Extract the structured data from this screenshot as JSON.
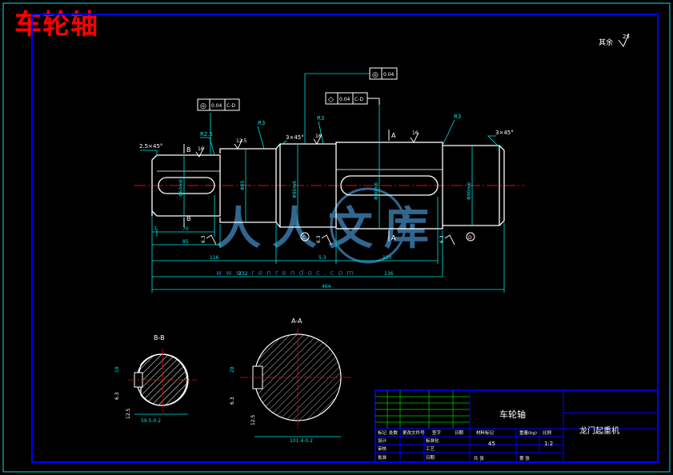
{
  "page": {
    "title": "车轮轴"
  },
  "roughness": {
    "corner_label": "其余",
    "corner_value": "25"
  },
  "tolerance_frames": [
    {
      "symbol": "◎",
      "value": "0.04",
      "datum": "C-D"
    },
    {
      "symbol": "◎",
      "value": "0.04",
      "datum": ""
    },
    {
      "symbol": "◇",
      "value": "0.04",
      "datum": "C-D"
    }
  ],
  "annotations": {
    "chamfer_left": "2.5×45°",
    "chamfer_right": "3×45°",
    "chamfer_mid": "3×45°",
    "radius_r25": "R2.5",
    "radius_r3_a": "R3",
    "radius_r3_b": "R3",
    "radius_r3_c": "R3",
    "rough_16_a": "16",
    "rough_125": "12.5",
    "rough_16_b": "16",
    "rough_16_c": "16",
    "section_b_top": "B",
    "section_b_bot": "B",
    "section_a_top": "A",
    "section_a_bot": "A",
    "datum_c": "C",
    "datum_d": "D",
    "rough_63_a": "6.3",
    "rough_63_b": "6.3",
    "rough_63_c": "6.3",
    "dia_d65": "Φ65",
    "dia_left": "Φ60m6",
    "dia_mid": "Φ90m6",
    "dia_right": "Φ90m6"
  },
  "dimensions": {
    "d7": "7",
    "d70": "70",
    "d85": "85",
    "d116": "116",
    "d232": "232",
    "d53": "5.3",
    "d120": "120",
    "d136": "136",
    "d464": "464"
  },
  "sections": {
    "bb": {
      "label": "B-B",
      "dim_width": "59.5-0.2",
      "dim_key": "18",
      "rough1": "6.3",
      "rough2": "12.5"
    },
    "aa": {
      "label": "A-A",
      "dim_width": "101.4-0.2",
      "dim_key": "28",
      "rough1": "6.3",
      "rough2": "12.5"
    }
  },
  "watermark": {
    "text": "人人文库",
    "url": "www.renrendoc.com"
  },
  "title_block": {
    "part_name": "车轮轴",
    "machine_name": "龙门起重机",
    "material": "45",
    "scale": "1:2",
    "row_labels": [
      "标记",
      "处数",
      "更改文件号",
      "签字",
      "日期"
    ],
    "side_labels": [
      "设计",
      "审核",
      "工艺",
      "批准"
    ],
    "std_labels": [
      "标准化",
      "日期"
    ],
    "header_material": "材料标记",
    "header_weight": "重量(kg)",
    "header_scale": "比例",
    "foot_a": "共 张",
    "foot_b": "第 张"
  },
  "colors": {
    "border": "#0000ff",
    "outer_border": "#00e5e5",
    "outline": "#ffffff",
    "dim": "#00e5e5",
    "center": "#ff0000",
    "title": "#ff0000",
    "grid_green": "#00cc00",
    "watermark": "#3a7aa8"
  }
}
